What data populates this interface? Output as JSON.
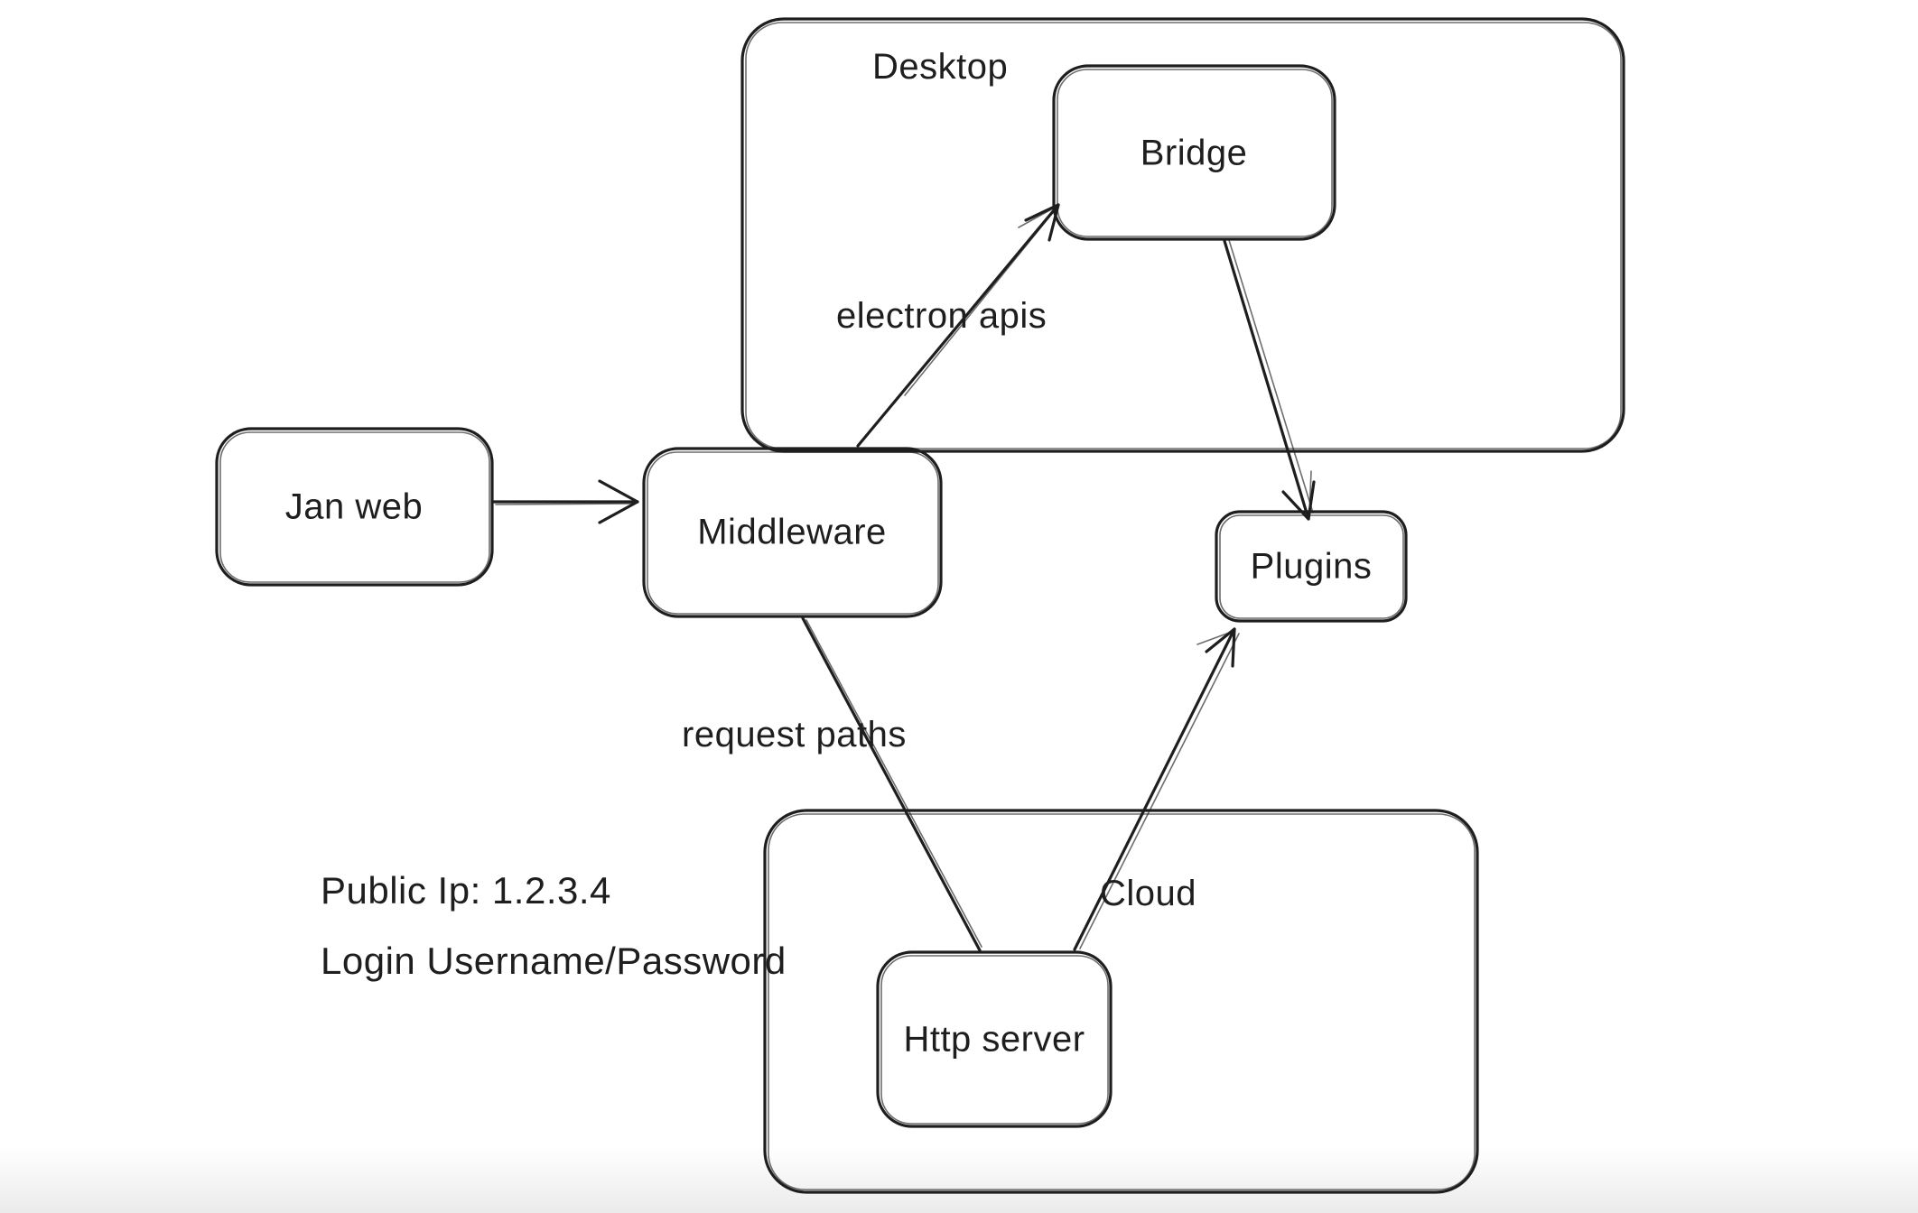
{
  "canvas": {
    "background": "#ffffff",
    "stroke_color": "#1e1e1e",
    "bottom_fade_color": "#e9e9e9"
  },
  "containers": {
    "desktop": {
      "label": "Desktop"
    },
    "cloud": {
      "label": "Cloud"
    }
  },
  "nodes": {
    "jan_web": {
      "label": "Jan web"
    },
    "middleware": {
      "label": "Middleware"
    },
    "bridge": {
      "label": "Bridge"
    },
    "plugins": {
      "label": "Plugins"
    },
    "http_server": {
      "label": "Http server"
    }
  },
  "edges": {
    "jan_web_to_middleware": {
      "label": ""
    },
    "middleware_to_bridge": {
      "label": "electron apis"
    },
    "bridge_to_plugins": {
      "label": ""
    },
    "middleware_to_http_server": {
      "label": "request paths"
    },
    "http_server_to_plugins": {
      "label": ""
    }
  },
  "note": {
    "line1": "Public Ip: 1.2.3.4",
    "line2": "Login Username/Password"
  }
}
